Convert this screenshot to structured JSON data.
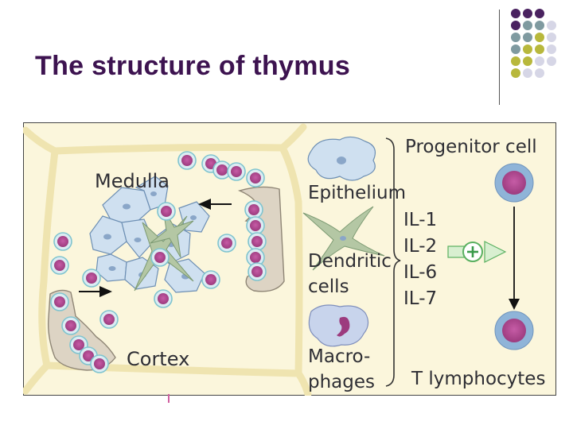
{
  "slide": {
    "title": "The structure of thymus",
    "accent_colors": {
      "title": "#3d1350",
      "dot_purple": "#4a2260",
      "dot_teal": "#7f9aa0",
      "dot_olive": "#b8b83c",
      "dot_lavender": "#d6d6e6"
    }
  },
  "figure": {
    "labels": {
      "medulla": "Medulla",
      "cortex": "Cortex",
      "epithelium": "Epithelium",
      "dendritic_1": "Dendritic",
      "dendritic_2": "cells",
      "macro_1": "Macro-",
      "macro_2": "phages",
      "progenitor": "Progenitor cell",
      "t_lymph": "T lymphocytes",
      "interleukins": [
        "IL-1",
        "IL-2",
        "IL-6",
        "IL-7"
      ]
    },
    "colors": {
      "background": "#fbf6dc",
      "tissue_line": "#efe4b0",
      "epithelium_fill": "#cfe0f0",
      "dendritic_fill": "#b4c7a4",
      "lymphocyte_fill": "#b0478e",
      "lymphocyte_ring": "#b9dde4",
      "capsule_fill": "#ddd4c4",
      "progenitor_ring": "#8fb4d8",
      "plus_green": "#5ab060"
    },
    "icons": [
      "left-arrow-icon",
      "right-arrow-icon",
      "down-arrow-icon",
      "plus-circle-icon",
      "bracket-icon"
    ]
  }
}
